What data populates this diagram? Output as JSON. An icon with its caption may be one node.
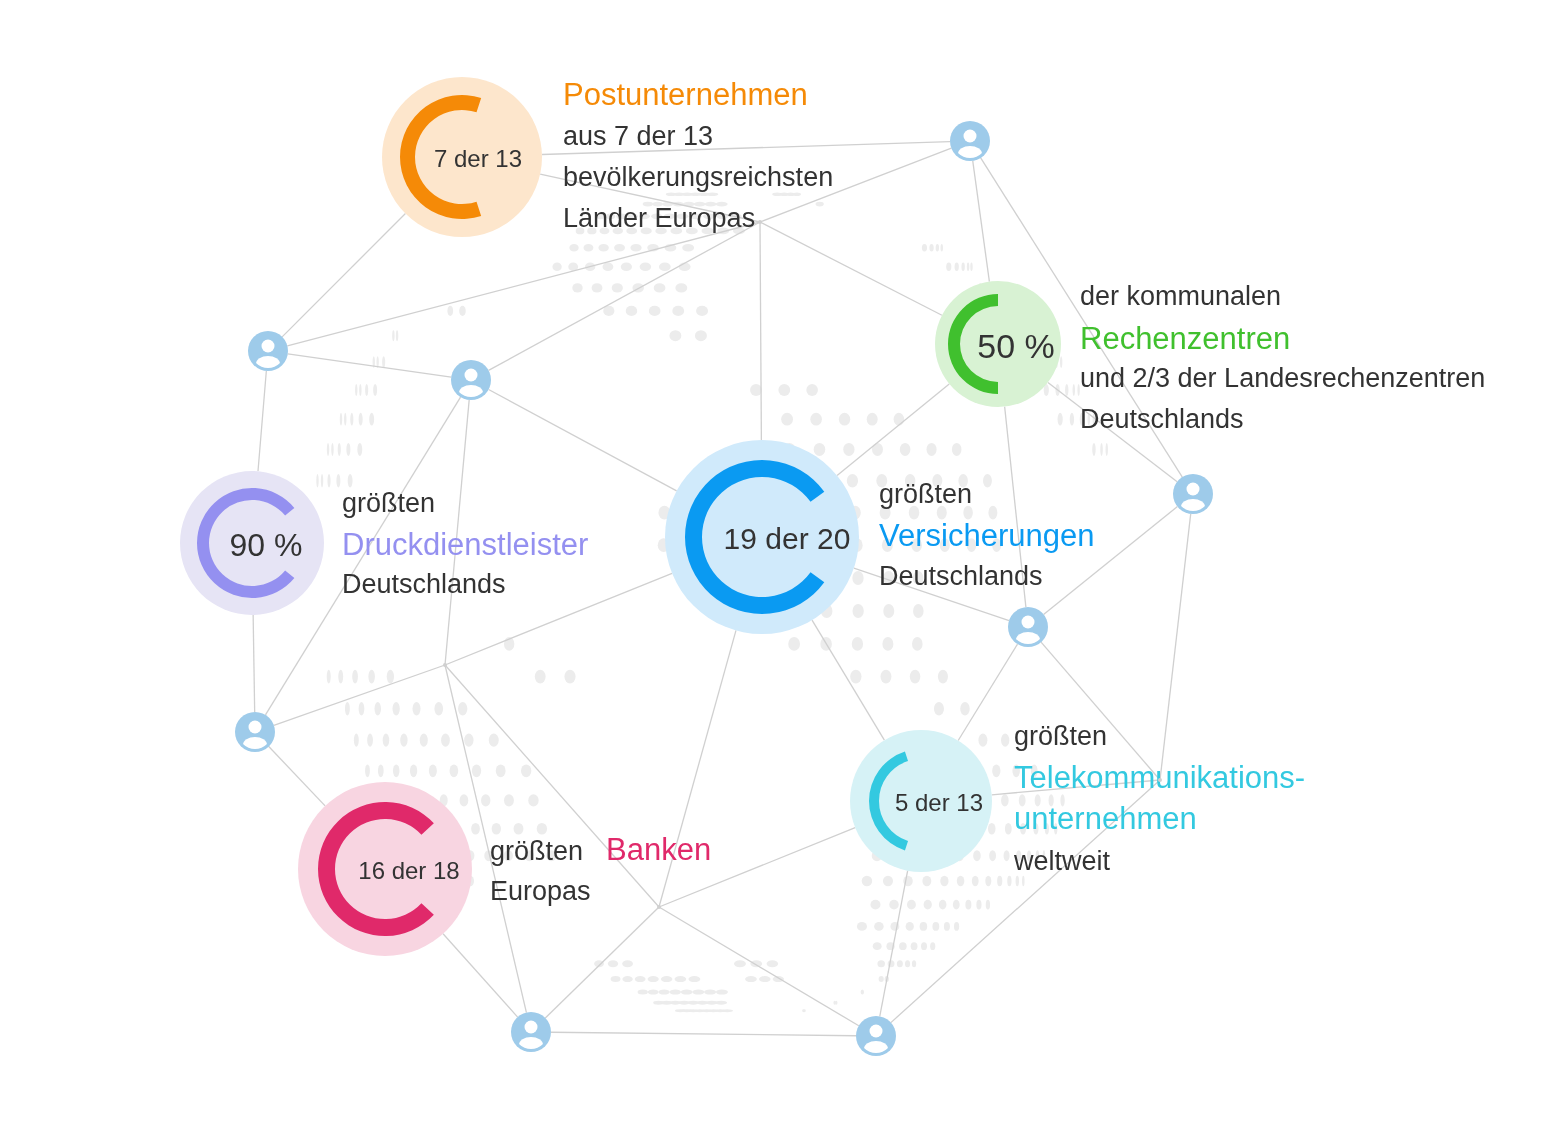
{
  "diagram": {
    "nodes": [
      {
        "text": [
          "7 der 13",
          "Postunternehmen",
          "aus 7 der 13 bevölkerungsreichsten Länder Europas"
        ]
      },
      {
        "text": [],
        "shape": "person"
      },
      {
        "text": [],
        "shape": "point"
      },
      {
        "text": [
          "50 %",
          "der kommunalen",
          "Rechenzentren",
          "und 2/3 der Landesrechenzentren Deutschlands"
        ]
      },
      {
        "text": [],
        "shape": "person"
      },
      {
        "text": [],
        "shape": "person"
      },
      {
        "text": [],
        "shape": "person"
      },
      {
        "text": [
          "90 %",
          "größten",
          "Druckdienstleister",
          "Deutschlands"
        ]
      },
      {
        "text": [
          "19 der 20",
          "größten",
          "Versicherungen",
          "Deutschlands"
        ]
      },
      {
        "text": [],
        "shape": "person"
      },
      {
        "text": [],
        "shape": "point"
      },
      {
        "text": [],
        "shape": "person"
      },
      {
        "text": [
          "5 der 13",
          "größten",
          "Telekommunikations-unternehmen",
          "weltweit"
        ]
      },
      {
        "text": [],
        "shape": "point"
      },
      {
        "text": [
          "16 der 18",
          "größten",
          "Banken",
          "Europas"
        ]
      },
      {
        "text": [],
        "shape": "point"
      },
      {
        "text": [],
        "shape": "person"
      },
      {
        "text": [],
        "shape": "person"
      }
    ],
    "edges": [
      {
        "from": 0,
        "to": 1,
        "arrow": "none"
      },
      {
        "from": 0,
        "to": 2,
        "arrow": "none"
      },
      {
        "from": 2,
        "to": 3,
        "arrow": "none"
      },
      {
        "from": 1,
        "to": 2,
        "arrow": "none"
      },
      {
        "from": 4,
        "to": 2,
        "arrow": "none"
      },
      {
        "from": 5,
        "to": 2,
        "arrow": "none"
      },
      {
        "from": 2,
        "to": 8,
        "arrow": "none"
      },
      {
        "from": 0,
        "to": 4,
        "arrow": "none"
      },
      {
        "from": 4,
        "to": 5,
        "arrow": "none"
      },
      {
        "from": 4,
        "to": 7,
        "arrow": "none"
      },
      {
        "from": 7,
        "to": 11,
        "arrow": "none"
      },
      {
        "from": 5,
        "to": 8,
        "arrow": "none"
      },
      {
        "from": 5,
        "to": 11,
        "arrow": "none"
      },
      {
        "from": 5,
        "to": 10,
        "arrow": "none"
      },
      {
        "from": 1,
        "to": 3,
        "arrow": "none"
      },
      {
        "from": 1,
        "to": 6,
        "arrow": "none"
      },
      {
        "from": 3,
        "to": 8,
        "arrow": "none"
      },
      {
        "from": 3,
        "to": 6,
        "arrow": "none"
      },
      {
        "from": 3,
        "to": 9,
        "arrow": "none"
      },
      {
        "from": 8,
        "to": 9,
        "arrow": "none"
      },
      {
        "from": 11,
        "to": 10,
        "arrow": "none"
      },
      {
        "from": 10,
        "to": 8,
        "arrow": "none"
      },
      {
        "from": 8,
        "to": 15,
        "arrow": "none"
      },
      {
        "from": 15,
        "to": 16,
        "arrow": "none"
      },
      {
        "from": 8,
        "to": 12,
        "arrow": "none"
      },
      {
        "from": 9,
        "to": 6,
        "arrow": "none"
      },
      {
        "from": 9,
        "to": 12,
        "arrow": "none"
      },
      {
        "from": 9,
        "to": 13,
        "arrow": "none"
      },
      {
        "from": 6,
        "to": 13,
        "arrow": "none"
      },
      {
        "from": 12,
        "to": 13,
        "arrow": "none"
      },
      {
        "from": 13,
        "to": 17,
        "arrow": "none"
      },
      {
        "from": 12,
        "to": 17,
        "arrow": "none"
      },
      {
        "from": 12,
        "to": 15,
        "arrow": "none"
      },
      {
        "from": 15,
        "to": 17,
        "arrow": "none"
      },
      {
        "from": 10,
        "to": 15,
        "arrow": "none"
      },
      {
        "from": 10,
        "to": 16,
        "arrow": "none"
      },
      {
        "from": 16,
        "to": 17,
        "arrow": "none"
      },
      {
        "from": 14,
        "to": 16,
        "arrow": "none"
      },
      {
        "from": 11,
        "to": 14,
        "arrow": "none"
      }
    ]
  }
}
